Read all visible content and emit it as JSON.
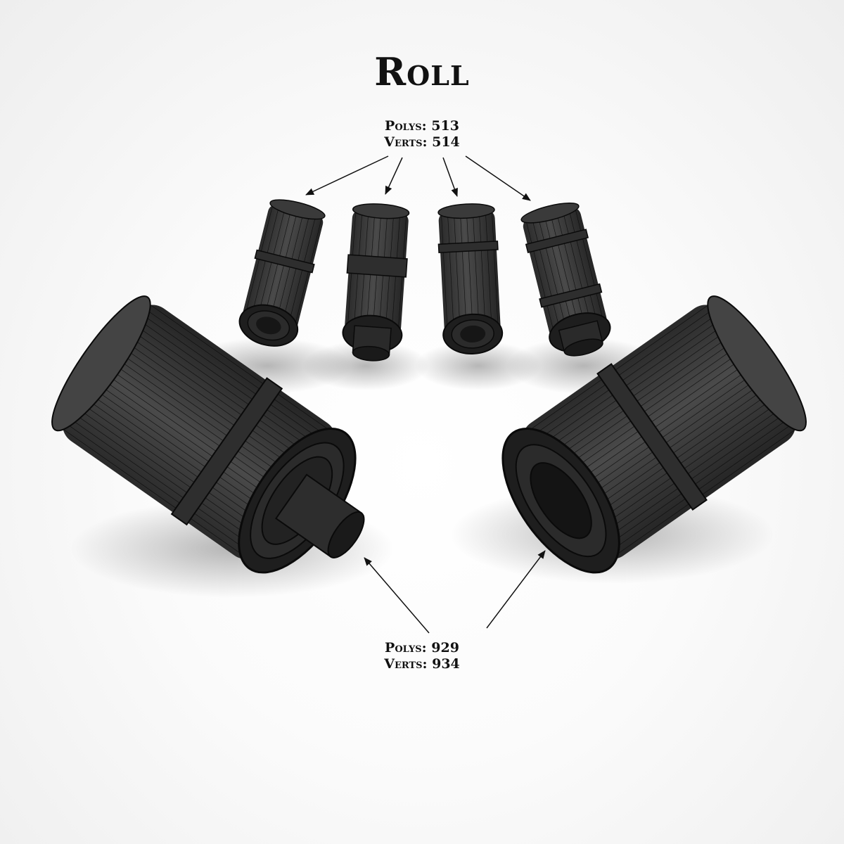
{
  "title": "Roll",
  "top_label": {
    "polys": "Polys: 513",
    "verts": "Verts: 514"
  },
  "bottom_label": {
    "polys": "Polys: 929",
    "verts": "Verts: 934"
  },
  "colors": {
    "mesh_fill": "#3d3d3d",
    "mesh_dark": "#1e1e1e",
    "wire": "#0a0a0a",
    "text": "#111111"
  }
}
